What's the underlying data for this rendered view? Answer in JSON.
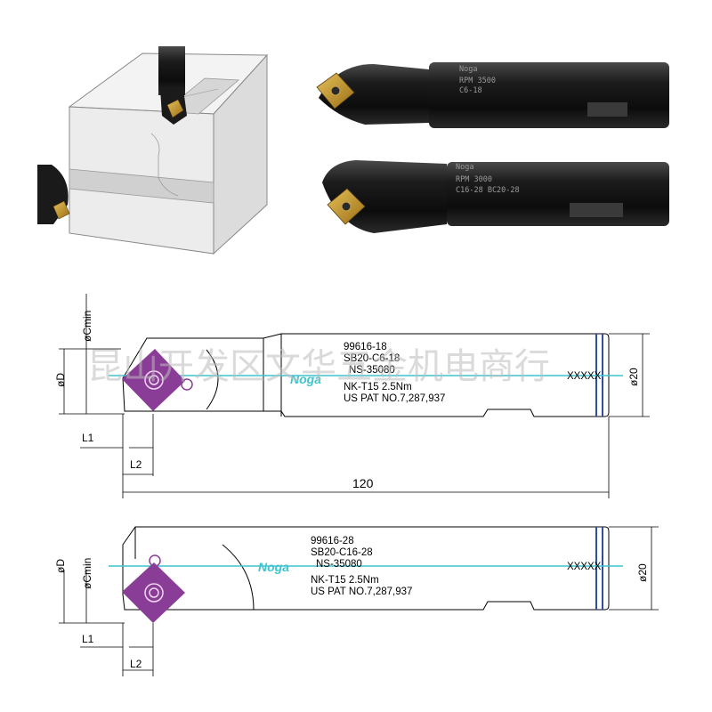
{
  "watermark": "昆山开发区文华五金机电商行",
  "photo_top": {
    "logo": "Noga",
    "etch_line1": "RPM 3500",
    "etch_line2": "C6-18"
  },
  "photo_bottom": {
    "logo": "Noga",
    "etch_line1": "RPM 3000",
    "etch_line2": "C16-28 BC20-28"
  },
  "drawing_top": {
    "dims": {
      "cmin": "øCmin",
      "d": "øD",
      "l1": "L1",
      "l2": "L2",
      "length": "120",
      "shank": "ø20"
    },
    "spec_lines": [
      "99616-18",
      "SB20-C6-18",
      "NS-35080",
      "NK-T15 2.5Nm",
      "US PAT NO.7,287,937"
    ],
    "marking": "XXXXX",
    "logo": "Noga"
  },
  "drawing_bottom": {
    "dims": {
      "cmin": "øCmin",
      "d": "øD",
      "l1": "L1",
      "l2": "L2",
      "shank": "ø20"
    },
    "spec_lines": [
      "99616-28",
      "SB20-C16-28",
      "NS-35080",
      "NK-T15 2.5Nm",
      "US PAT NO.7,287,937"
    ],
    "marking": "XXXXX",
    "logo": "Noga"
  },
  "colors": {
    "insert": "#8a3d96",
    "centerline": "#3fc4cf",
    "groove": "#2f4f9e",
    "tool_body": "#141414",
    "insert_gold": "#c9982a"
  }
}
